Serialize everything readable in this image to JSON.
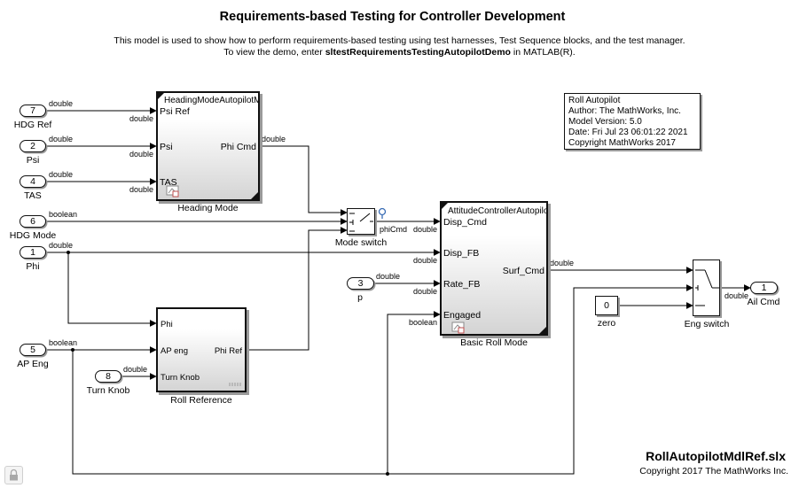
{
  "header": {
    "title": "Requirements-based Testing for Controller Development",
    "desc_line1": "This model is used to show how to perform requirements-based testing using test harnesses, Test Sequence blocks, and the test manager.",
    "desc_line2_pre": "To view the demo, enter ",
    "desc_line2_cmd": "sltestRequirementsTestingAutopilotDemo",
    "desc_line2_post": " in MATLAB(R)."
  },
  "inports": {
    "hdg_ref": {
      "num": "7",
      "name": "HDG Ref"
    },
    "psi": {
      "num": "2",
      "name": "Psi"
    },
    "tas": {
      "num": "4",
      "name": "TAS"
    },
    "hdg_mode": {
      "num": "6",
      "name": "HDG Mode"
    },
    "phi": {
      "num": "1",
      "name": "Phi"
    },
    "p": {
      "num": "3",
      "name": "p"
    },
    "ap_eng": {
      "num": "5",
      "name": "AP Eng"
    },
    "turn_knob": {
      "num": "8",
      "name": "Turn Knob"
    }
  },
  "outport": {
    "num": "1",
    "name": "Ail Cmd"
  },
  "blocks": {
    "heading_mode": {
      "name": "Heading Mode",
      "model_ref": "HeadingModeAutopilotM",
      "in_psi_ref": "Psi Ref",
      "in_psi": "Psi",
      "in_tas": "TAS",
      "out_phi_cmd": "Phi Cmd"
    },
    "mode_switch": {
      "name": "Mode switch"
    },
    "attitude": {
      "name": "Basic Roll Mode",
      "model_ref": "AttitudeControllerAutopilo",
      "in_disp_cmd": "Disp_Cmd",
      "in_disp_fb": "Disp_FB",
      "in_rate_fb": "Rate_FB",
      "in_engaged": "Engaged",
      "out_surf_cmd": "Surf_Cmd"
    },
    "roll_reference": {
      "name": "Roll Reference",
      "in_phi": "Phi",
      "in_ap_eng": "AP eng",
      "in_turn_knob": "Turn Knob",
      "out_phi_ref": "Phi Ref"
    },
    "zero": {
      "name": "zero",
      "value": "0"
    },
    "eng_switch": {
      "name": "Eng switch"
    }
  },
  "signals": {
    "double": "double",
    "boolean": "boolean",
    "phi_cmd": "phiCmd"
  },
  "info_box": {
    "line1": "Roll Autopilot",
    "line2": "Author: The MathWorks, Inc.",
    "line3": "Model Version: 5.0",
    "line4": "Date: Fri Jul 23 06:01:22 2021",
    "line5": "Copyright MathWorks 2017"
  },
  "footer": {
    "file_name": "RollAutopilotMdlRef.slx",
    "copyright": "Copyright 2017 The MathWorks Inc."
  },
  "colors": {
    "line": "#000000",
    "block_shadow": "#9a9a9a",
    "probe": "#3a6db5"
  },
  "icons": [
    "model-reference-icon",
    "signal-probe-icon",
    "lock-icon",
    "variant-icon"
  ]
}
